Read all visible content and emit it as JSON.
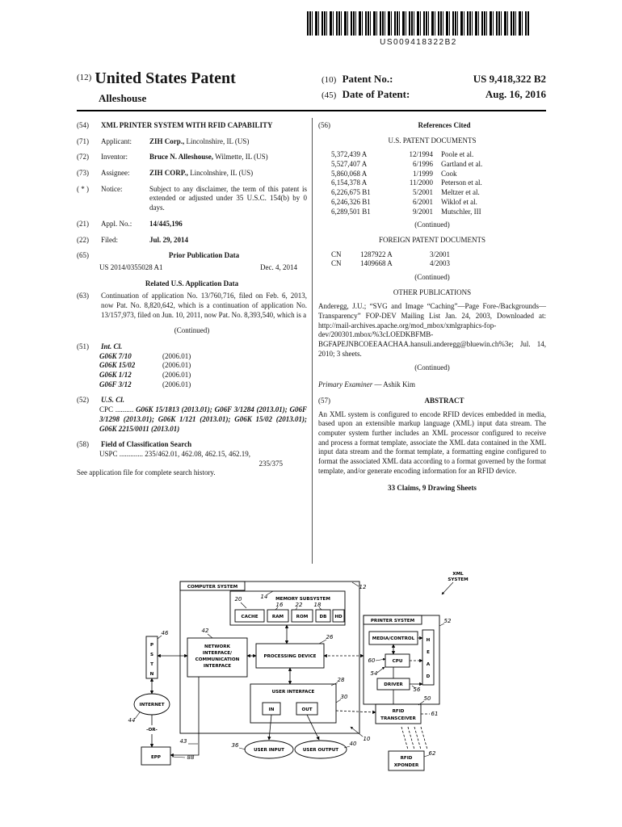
{
  "header": {
    "barcode_text": "US009418322B2",
    "kind_tag": "(12)",
    "title": "United States Patent",
    "inventor_surname": "Alleshouse",
    "patent_no_tag": "(10)",
    "patent_no_label": "Patent No.:",
    "patent_no": "US 9,418,322 B2",
    "date_tag": "(45)",
    "date_label": "Date of Patent:",
    "date": "Aug. 16, 2016"
  },
  "left": {
    "f54": {
      "tag": "(54)",
      "title": "XML PRINTER SYSTEM WITH RFID CAPABILITY"
    },
    "f71": {
      "tag": "(71)",
      "label": "Applicant:",
      "bold": "ZIH Corp.,",
      "rest": " Lincolnshire, IL (US)"
    },
    "f72": {
      "tag": "(72)",
      "label": "Inventor:",
      "bold": "Bruce N. Alleshouse,",
      "rest": " Wilmette, IL (US)"
    },
    "f73": {
      "tag": "(73)",
      "label": "Assignee:",
      "bold": "ZIH CORP.,",
      "rest": " Lincolnshire, IL (US)"
    },
    "fnotice": {
      "tag": "( * )",
      "label": "Notice:",
      "text": "Subject to any disclaimer, the term of this patent is extended or adjusted under 35 U.S.C. 154(b) by 0 days."
    },
    "f21": {
      "tag": "(21)",
      "label": "Appl. No.:",
      "value": "14/445,196"
    },
    "f22": {
      "tag": "(22)",
      "label": "Filed:",
      "value": "Jul. 29, 2014"
    },
    "f65": {
      "tag": "(65)",
      "heading": "Prior Publication Data",
      "pub": "US 2014/0355028 A1",
      "pub_date": "Dec. 4, 2014"
    },
    "related_heading": "Related U.S. Application Data",
    "f63": {
      "tag": "(63)",
      "text": "Continuation of application No. 13/760,716, filed on Feb. 6, 2013, now Pat. No. 8,820,642, which is a continuation of application No. 13/157,973, filed on Jun. 10, 2011, now Pat. No. 8,393,540, which is a"
    },
    "continued": "(Continued)",
    "f51": {
      "tag": "(51)",
      "heading": "Int. Cl.",
      "classes": [
        {
          "name": "G06K 7/10",
          "ver": "(2006.01)"
        },
        {
          "name": "G06K 15/02",
          "ver": "(2006.01)"
        },
        {
          "name": "G06K 1/12",
          "ver": "(2006.01)"
        },
        {
          "name": "G06F 3/12",
          "ver": "(2006.01)"
        }
      ]
    },
    "f52": {
      "tag": "(52)",
      "heading": "U.S. Cl.",
      "cpc_prefix": "CPC ..........",
      "cpc_text": "G06K 15/1813 (2013.01); G06F 3/1284 (2013.01); G06F 3/1298 (2013.01); G06K 1/121 (2013.01); G06K 15/02 (2013.01); G06K 2215/0011 (2013.01)"
    },
    "f58": {
      "tag": "(58)",
      "heading": "Field of Classification Search",
      "uspc_line1": "USPC ............. 235/462.01, 462.08, 462.15, 462.19,",
      "uspc_line2": "235/375",
      "note": "See application file for complete search history."
    }
  },
  "right": {
    "f56": {
      "tag": "(56)",
      "heading": "References Cited"
    },
    "us_docs_heading": "U.S. PATENT DOCUMENTS",
    "us_docs": [
      {
        "num": "5,372,439 A",
        "date": "12/1994",
        "name": "Poole et al."
      },
      {
        "num": "5,527,407 A",
        "date": "6/1996",
        "name": "Gartland et al."
      },
      {
        "num": "5,860,068 A",
        "date": "1/1999",
        "name": "Cook"
      },
      {
        "num": "6,154,378 A",
        "date": "11/2000",
        "name": "Peterson et al."
      },
      {
        "num": "6,226,675 B1",
        "date": "5/2001",
        "name": "Meltzer et al."
      },
      {
        "num": "6,246,326 B1",
        "date": "6/2001",
        "name": "Wiklof et al."
      },
      {
        "num": "6,289,501 B1",
        "date": "9/2001",
        "name": "Mutschler, III"
      }
    ],
    "continued_us": "(Continued)",
    "foreign_heading": "FOREIGN PATENT DOCUMENTS",
    "foreign_docs": [
      {
        "cc": "CN",
        "num": "1287922 A",
        "date": "3/2001"
      },
      {
        "cc": "CN",
        "num": "1409668 A",
        "date": "4/2003"
      }
    ],
    "continued_foreign": "(Continued)",
    "other_pubs_heading": "OTHER PUBLICATIONS",
    "other_pubs_text": "Anderegg, J.U.; “SVG and Image “Caching”—Page Fore-/Backgrounds—Transparency” FOP-DEV Mailing List Jan. 24, 2003, Downloaded at: http://mail-archives.apache.org/mod_mbox/xmlgraphics-fop-dev/200301.mbox/%3cLOEDKBFMB-BGFAPEJNBCOEEAACHAA.hansuli.anderegg@bluewin.ch%3e; Jul. 14, 2010; 3 sheets.",
    "continued_other": "(Continued)",
    "examiner_label": "Primary Examiner",
    "examiner_value": " — Ashik Kim",
    "f57": {
      "tag": "(57)",
      "heading": "ABSTRACT"
    },
    "abstract": "An XML system is configured to encode RFID devices embedded in media, based upon an extensible markup language (XML) input data stream. The computer system further includes an XML processor configured to receive and process a format template, associate the XML data contained in the XML input data stream and the format template, a formatting engine configured to format the associated XML data according to a format governed by the format template, and/or generate encoding information for an RFID device.",
    "claims_note": "33 Claims, 9 Drawing Sheets"
  },
  "diagram": {
    "boxes": {
      "xml_system": [
        "XML",
        "SYSTEM"
      ],
      "computer_system": "COMPUTER SYSTEM",
      "memory_subsystem": "MEMORY SUBSYSTEM",
      "cache": "CACHE",
      "ram": "RAM",
      "rom": "ROM",
      "db": "DB",
      "hd": "HD",
      "network_interface": [
        "NETWORK",
        "INTERFACE/",
        "COMMUNICATION",
        "INTERFACE"
      ],
      "processing_device": "PROCESSING DEVICE",
      "user_interface": "USER INTERFACE",
      "in": "IN",
      "out": "OUT",
      "pstn": [
        "P",
        "S",
        "T",
        "N"
      ],
      "internet": "INTERNET",
      "or": "-OR-",
      "epp": "EPP",
      "user_input": "USER INPUT",
      "user_output": "USER OUTPUT",
      "printer_system": "PRINTER SYSTEM",
      "media_control": "MEDIA/CONTROL",
      "cpu": "CPU",
      "driver": "DRIVER",
      "head": [
        "H",
        "E",
        "A",
        "D"
      ],
      "rfid_transceiver": [
        "RFID",
        "TRANSCEIVER"
      ],
      "rfid_xponder": [
        "RFID",
        "XPONDER"
      ]
    },
    "refs": {
      "r10": "10",
      "r12": "12",
      "r14": "14",
      "r16": "16",
      "r18": "18",
      "r20": "20",
      "r22": "22",
      "r26": "26",
      "r28": "28",
      "r30": "30",
      "r36": "36",
      "r40": "40",
      "r42": "42",
      "r43": "43",
      "r44": "44",
      "r46": "46",
      "r50": "50",
      "r52": "52",
      "r54": "54",
      "r56": "56",
      "r60": "60",
      "r61": "61",
      "r62": "62",
      "r88": "88"
    }
  }
}
